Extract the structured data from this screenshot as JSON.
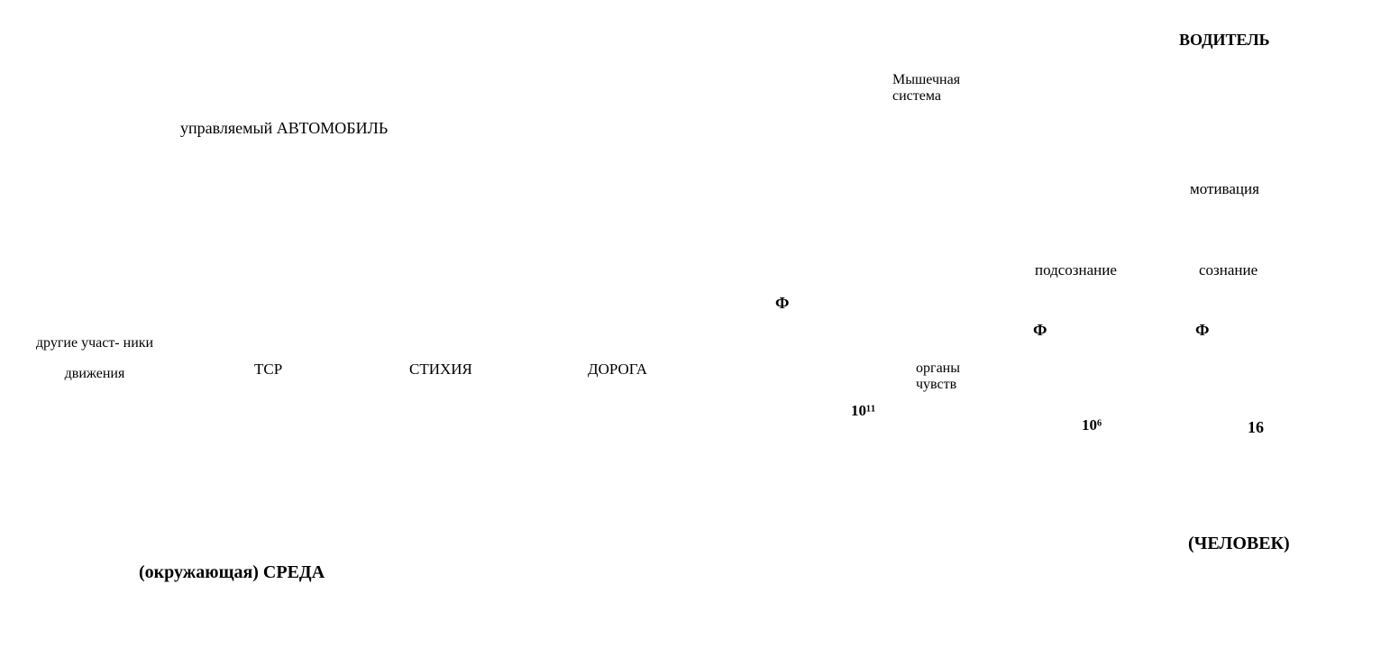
{
  "driver": {
    "title": "ВОДИТЕЛЬ",
    "human": "(ЧЕЛОВЕК)",
    "muscular": "Мышечная система",
    "motivation": "мотивация",
    "subconscious": "подсознание",
    "consciousness": "сознание",
    "senses": "органы чувств"
  },
  "vehicle": {
    "label": "управляемый  АВТОМОБИЛЬ"
  },
  "environment": {
    "title": "(окружающая) СРЕДА",
    "other": "другие участ- ники движения",
    "tsr": "ТСР",
    "element": "СТИХИЯ",
    "road": "ДОРОГА"
  },
  "filters": {
    "phi": "Ф",
    "rate1": "10¹¹",
    "rate2": "10⁶",
    "rate3": "16"
  }
}
